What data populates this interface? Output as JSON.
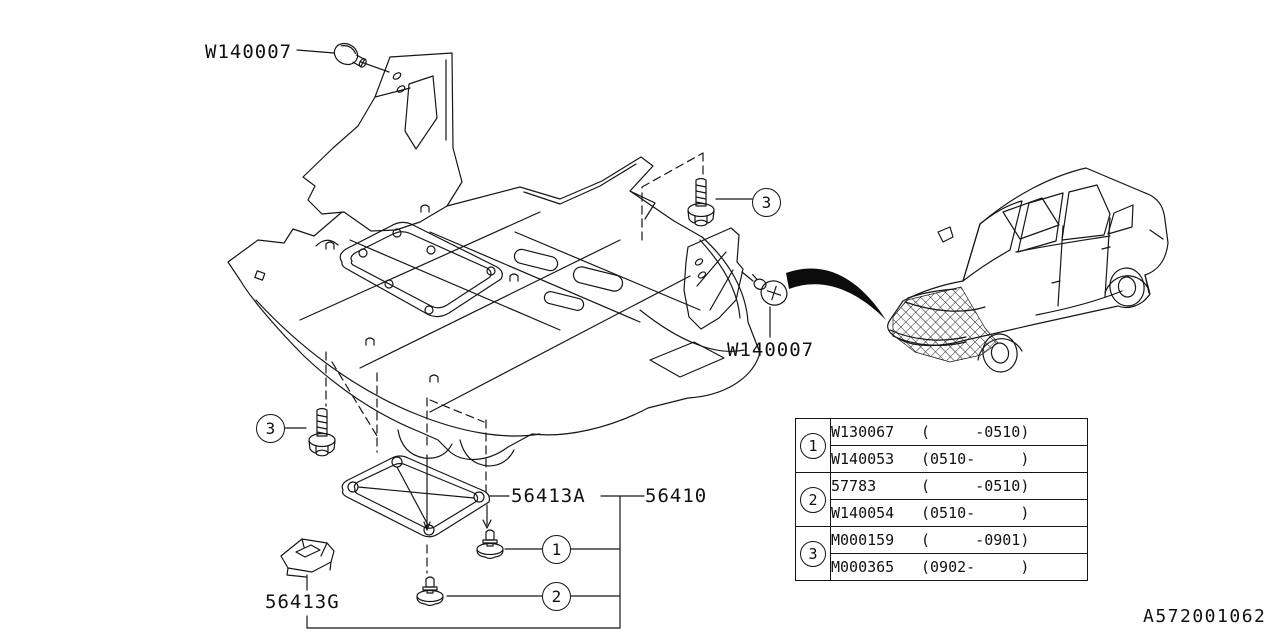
{
  "diagram": {
    "code": "A572001062",
    "colors": {
      "line": "#161616",
      "background": "#ffffff"
    },
    "labels": {
      "clip_top": "W140007",
      "clip_side": "W140007",
      "access_cover": "56413A",
      "under_cover": "56410",
      "bracket": "56413G"
    },
    "callouts": {
      "c1": "1",
      "c2": "2",
      "c3_left": "3",
      "c3_top": "3"
    },
    "icons": {
      "bolt": "flange-bolt-icon",
      "push_clip": "push-clip-icon",
      "screw_clip": "screw-grommet-icon",
      "location_arrow": "location-arrow",
      "car": "vehicle-outline"
    },
    "table": {
      "groups": [
        {
          "ref": "1",
          "rows": [
            {
              "part": "W130067",
              "range": "(     -0510)"
            },
            {
              "part": "W140053",
              "range": "(0510-     )"
            }
          ]
        },
        {
          "ref": "2",
          "rows": [
            {
              "part": "57783",
              "range": "(     -0510)"
            },
            {
              "part": "W140054",
              "range": "(0510-     )"
            }
          ]
        },
        {
          "ref": "3",
          "rows": [
            {
              "part": "M000159",
              "range": "(     -0901)"
            },
            {
              "part": "M000365",
              "range": "(0902-     )"
            }
          ]
        }
      ]
    }
  }
}
